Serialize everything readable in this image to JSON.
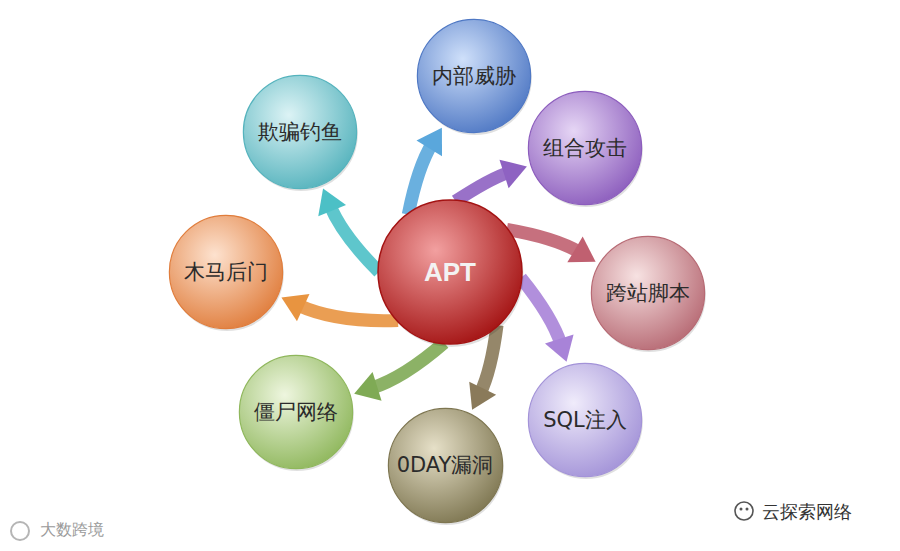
{
  "diagram": {
    "nodes": [
      {
        "text": [
          "APT"
        ]
      },
      {
        "text": [
          "内部威胁"
        ]
      },
      {
        "text": [
          "组合攻击"
        ]
      },
      {
        "text": [
          "跨站脚本"
        ]
      },
      {
        "text": [
          "SQL注入"
        ]
      },
      {
        "text": [
          "0DAY漏洞"
        ]
      },
      {
        "text": [
          "僵尸网络"
        ]
      },
      {
        "text": [
          "木马后门"
        ]
      },
      {
        "text": [
          "欺骗钓鱼"
        ]
      }
    ],
    "edges": [
      {
        "from": 0,
        "to": 1,
        "arrow": "to"
      },
      {
        "from": 0,
        "to": 2,
        "arrow": "to"
      },
      {
        "from": 0,
        "to": 3,
        "arrow": "to"
      },
      {
        "from": 0,
        "to": 4,
        "arrow": "to"
      },
      {
        "from": 0,
        "to": 5,
        "arrow": "to"
      },
      {
        "from": 0,
        "to": 6,
        "arrow": "to"
      },
      {
        "from": 0,
        "to": 7,
        "arrow": "to"
      },
      {
        "from": 0,
        "to": 8,
        "arrow": "to"
      }
    ],
    "labels": [
      "大数跨境",
      "云探索网络"
    ]
  }
}
